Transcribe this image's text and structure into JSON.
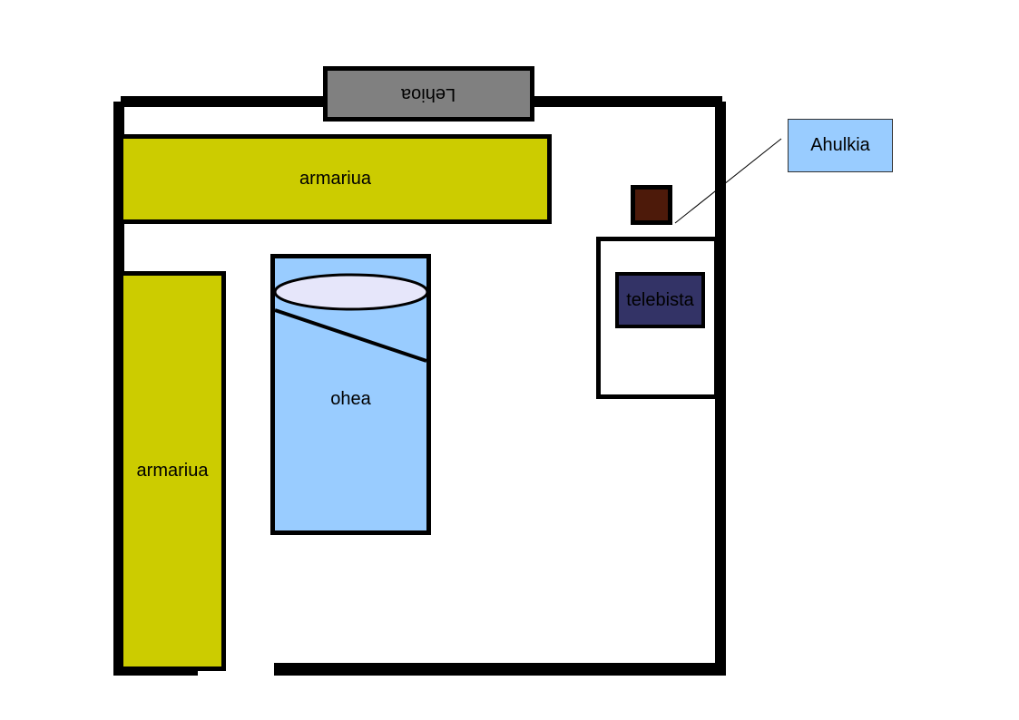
{
  "floor_plan": {
    "window": {
      "label": "Lehioa",
      "orientation": "upside-down"
    },
    "wardrobe_top": {
      "label": "armariua"
    },
    "wardrobe_left": {
      "label": "armariua"
    },
    "bed": {
      "label": "ohea"
    },
    "tv": {
      "label": "telebista"
    },
    "callout": {
      "label": "Ahulkia"
    }
  },
  "colors": {
    "wall": "#000000",
    "window": "#808080",
    "wardrobe": "#cccc00",
    "bed": "#99ccff",
    "pillow": "#e6e6fa",
    "tv": "#333366",
    "stool": "#4d1a0a",
    "callout": "#99ccff"
  }
}
